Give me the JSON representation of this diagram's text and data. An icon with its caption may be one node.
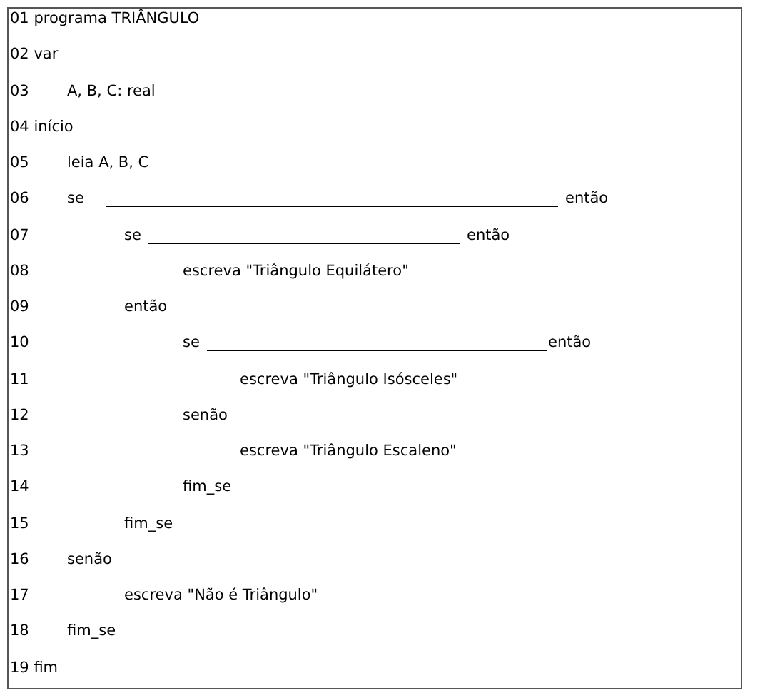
{
  "diagram": {
    "labels": [
      "01 programa TRIÂNGULO",
      "02 var",
      "03",
      "A, B, C: real",
      "04 início",
      "05",
      "leia A, B, C",
      "06",
      "se",
      "então",
      "07",
      "se",
      "então",
      "08",
      "escreva \"Triângulo Equilátero\"",
      "09",
      "então",
      "10",
      "se",
      "então",
      "11",
      "escreva \"Triângulo Isósceles\"",
      "12",
      "senão",
      "13",
      "escreva \"Triângulo Escaleno\"",
      "14",
      "fim_se",
      "15",
      "fim_se",
      "16",
      "senão",
      "17",
      "escreva \"Não é Triângulo\"",
      "18",
      "fim_se",
      "19 fim"
    ]
  }
}
